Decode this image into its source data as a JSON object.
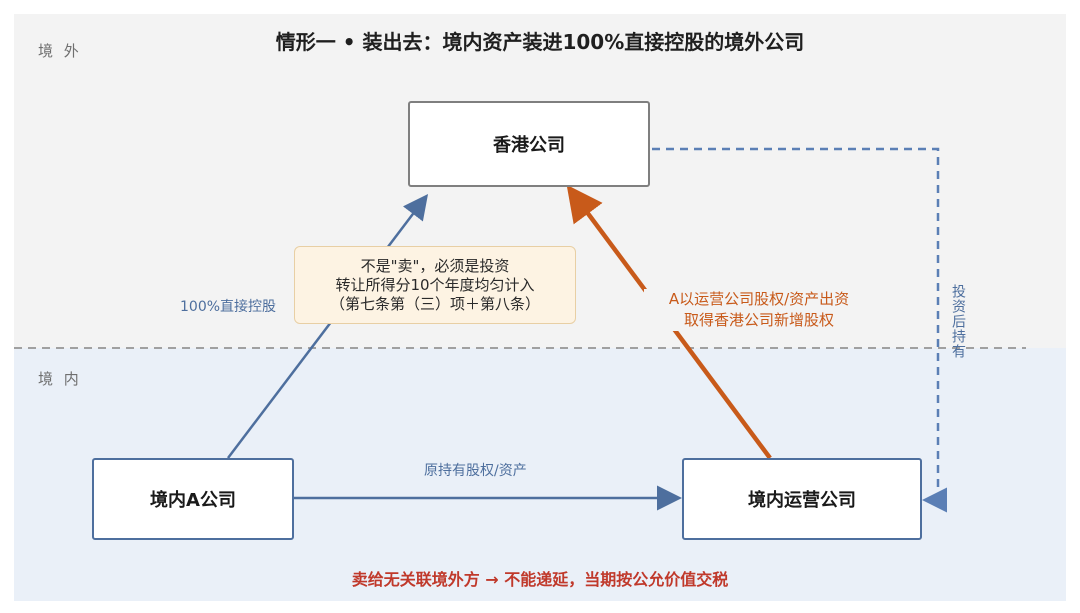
{
  "title": "情形一 • 装出去：境内资产装进100%直接控股的境外公司",
  "zones": {
    "overseas": "境 外",
    "domestic": "境 内"
  },
  "nodes": {
    "hk_company": "香港公司",
    "domestic_a": "境内A公司",
    "operating_company": "境内运营公司"
  },
  "note": {
    "line1": "不是\"卖\"，必须是投资",
    "line2": "转让所得分10个年度均匀计入",
    "line3": "（第七条第（三）项＋第八条）"
  },
  "edges": {
    "a_to_hk": "100%直接控股",
    "a_to_op": "原持有股权/资产",
    "op_to_hk_line1": "A以运营公司股权/资产出资",
    "op_to_hk_line2": "取得香港公司新增股权",
    "hk_to_op": "投资后持有"
  },
  "bottom_note": "卖给无关联境外方 → 不能递延，当期按公允价值交税",
  "colors": {
    "blue": "#4e6f9e",
    "orange": "#c85a1a",
    "red": "#c0392b",
    "dashed_blue": "#5b7fb5"
  }
}
